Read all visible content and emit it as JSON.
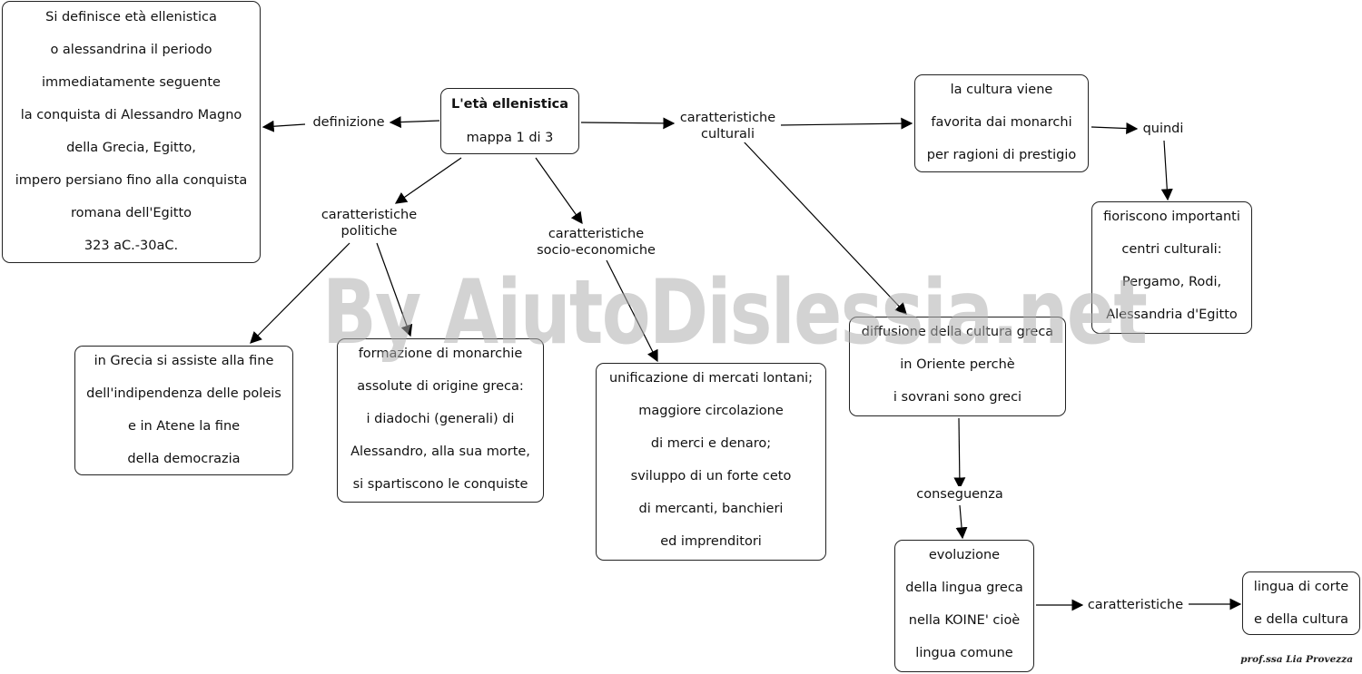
{
  "title_box": {
    "line1": "L'età ellenistica",
    "line2": "mappa 1 di 3"
  },
  "definition_box": {
    "lines": [
      "Si definisce età ellenistica",
      "o alessandrina il periodo",
      "immediatamente seguente",
      "la conquista di Alessandro Magno",
      "della Grecia, Egitto,",
      "impero persiano fino alla conquista",
      "romana dell'Egitto",
      "323 aC.-30aC."
    ]
  },
  "links": {
    "definizione": "definizione",
    "caratteristiche_culturali": [
      "caratteristiche",
      "culturali"
    ],
    "caratteristiche_politiche": [
      "caratteristiche",
      "politiche"
    ],
    "caratteristiche_socio": [
      "caratteristiche",
      "socio-economiche"
    ],
    "quindi": "quindi",
    "conseguenza": "conseguenza",
    "caratteristiche": "caratteristiche"
  },
  "boxes": {
    "cultura_favorita": [
      "la cultura viene",
      "favorita dai monarchi",
      "per ragioni di prestigio"
    ],
    "centri_culturali": [
      "fioriscono importanti",
      "centri culturali:",
      "Pergamo, Rodi,",
      "Alessandria d'Egitto"
    ],
    "grecia_fine": [
      "in Grecia si assiste alla fine",
      "dell'indipendenza delle poleis",
      "e in Atene la fine",
      "della democrazia"
    ],
    "monarchie": [
      "formazione di monarchie",
      "assolute di origine greca:",
      "i diadochi (generali) di",
      "Alessandro, alla sua morte,",
      "si spartiscono le conquiste"
    ],
    "mercati": [
      "unificazione di mercati lontani;",
      "maggiore circolazione",
      "di merci e denaro;",
      "sviluppo di un forte ceto",
      "di mercanti, banchieri",
      "ed imprenditori"
    ],
    "diffusione": [
      "diffusione della cultura greca",
      "in Oriente perchè",
      "i sovrani sono greci"
    ],
    "koine": [
      "evoluzione",
      "della lingua greca",
      "nella KOINE' cioè",
      "lingua comune"
    ],
    "lingua_corte": [
      "lingua di corte",
      "e della cultura"
    ]
  },
  "watermark": "By AiutoDislessia.net",
  "signature": "prof.ssa Lia Provezza"
}
